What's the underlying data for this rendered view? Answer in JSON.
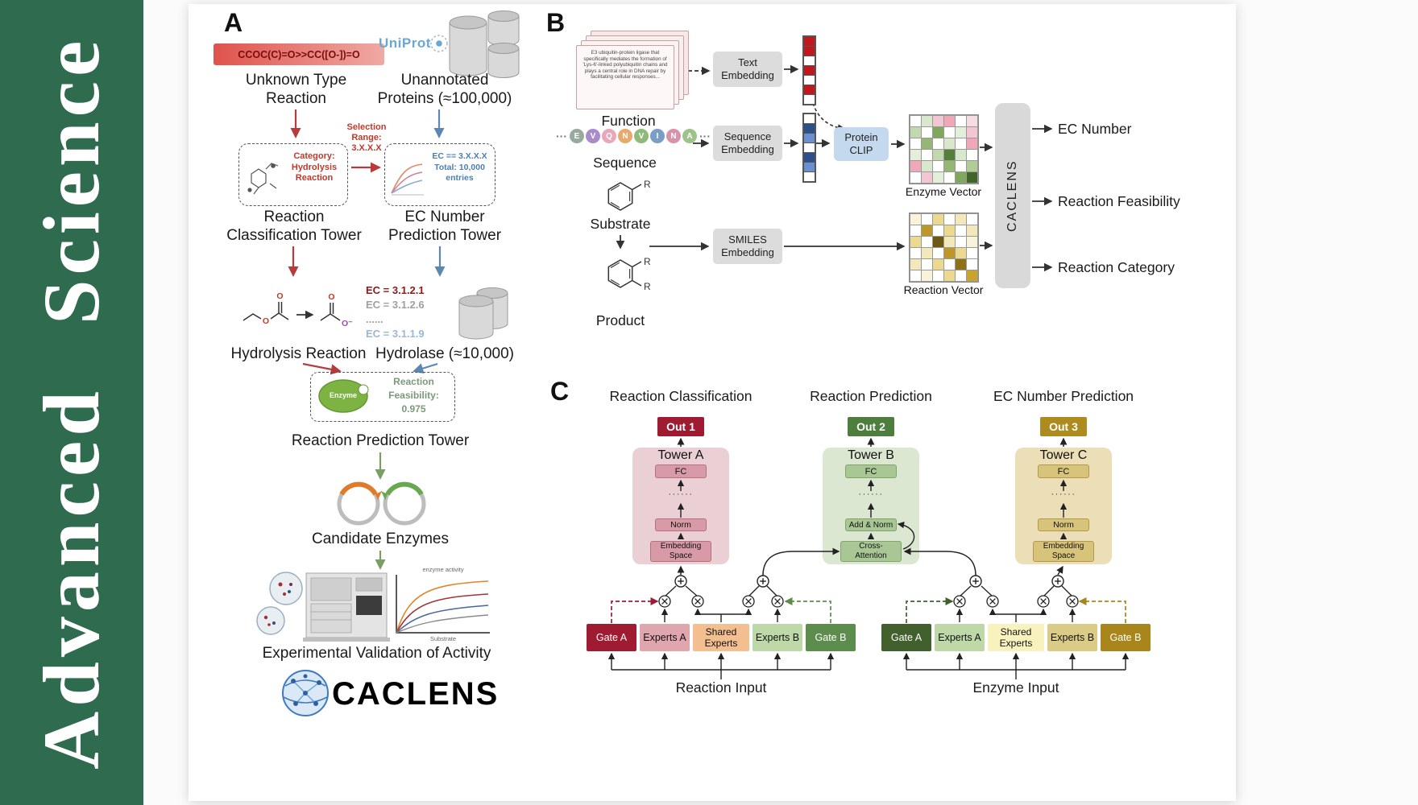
{
  "colors": {
    "banner_green": "#2f6b4f",
    "red_accent": "#b83a3a",
    "blue_accent": "#5b87b5",
    "green_accent": "#7a9e5f",
    "uniprot_blue": "#69a8d3",
    "out1": "#9e1b32",
    "out2": "#4e7e3e",
    "out3": "#ad8b1e"
  },
  "banner": {
    "title": "Advanced  Science"
  },
  "panel_a": {
    "label": "A",
    "smiles": "CCOC(C)=O>>CC([O-])=O",
    "unknown_type": "Unknown Type\nReaction",
    "uniprot": "UniProt",
    "unannotated": "Unannotated\nProteins (≈100,000)",
    "selection_range": "Selection\nRange:\n3.X.X.X",
    "category_box": "Category:\nHydrolysis\nReaction",
    "ec_box": "EC == 3.X.X.X\nTotal: 10,000\nentries",
    "classification_tower": "Reaction\nClassification Tower",
    "ec_tower": "EC Number\nPrediction Tower",
    "ec_list": [
      "EC = 3.1.2.1",
      "EC = 3.1.2.6",
      "......",
      "EC = 3.1.1.9"
    ],
    "hydrolysis_label": "Hydrolysis Reaction",
    "hydrolase_label": "Hydrolase (≈10,000)",
    "enzyme_blob": "Enzyme",
    "feasibility": "Reaction\nFeasibility:\n0.975",
    "prediction_tower": "Reaction Prediction Tower",
    "candidate_enzymes": "Candidate Enzymes",
    "graph_title": "enzyme activity",
    "graph_xlabel": "Substrate",
    "validation": "Experimental Validation of Activity",
    "logo_text": "CACLENS",
    "atom_o": "O",
    "atom_o_minus": "O⁻"
  },
  "panel_b": {
    "label": "B",
    "function_card": "E3 ubiquitin-protein ligase that specifically mediates the formation of 'Lys-6'-linked polyubiquitin chains and plays a central role in DNA repair by facilitating cellular responses...",
    "function_label": "Function",
    "text_embedding": "Text\nEmbedding",
    "ellipsis": "···",
    "tokens": [
      {
        "letter": "E",
        "color": "#9aa9a0"
      },
      {
        "letter": "V",
        "color": "#a98bc9"
      },
      {
        "letter": "Q",
        "color": "#e8a8bc"
      },
      {
        "letter": "N",
        "color": "#e8aa6a"
      },
      {
        "letter": "V",
        "color": "#8fbb7a"
      },
      {
        "letter": "I",
        "color": "#7a9ec4"
      },
      {
        "letter": "N",
        "color": "#d893a8"
      },
      {
        "letter": "A",
        "color": "#9dc28a"
      }
    ],
    "sequence_label": "Sequence",
    "sequence_embedding": "Sequence\nEmbedding",
    "protein_clip": "Protein\nCLIP",
    "enzyme_vector_label": "Enzyme Vector",
    "substrate_label": "Substrate",
    "product_label": "Product",
    "r_label": "R",
    "smiles_embedding": "SMILES\nEmbedding",
    "reaction_vector_label": "Reaction Vector",
    "caclens": "CACLENS",
    "outputs": [
      "EC Number",
      "Reaction Feasibility",
      "Reaction Category"
    ],
    "text_vector_cells": [
      "#c0181c",
      "#c0181c",
      "#ffffff",
      "#c0181c",
      "#ffffff",
      "#c0181c",
      "#ffffff"
    ],
    "seq_vector_cells": [
      "#ffffff",
      "#2d4f8a",
      "#6b8fd0",
      "#ffffff",
      "#2d4f8a",
      "#6b8fd0",
      "#ffffff"
    ],
    "enzyme_matrix_cells": [
      "#ffffff",
      "#d9e8cc",
      "#f2c6d2",
      "#f0a8b8",
      "#ffffff",
      "#f7dce3",
      "#c2d9ad",
      "#ffffff",
      "#7fa85c",
      "#ffffff",
      "#e4efda",
      "#f2c6d2",
      "#ffffff",
      "#94b873",
      "#ffffff",
      "#d9e8cc",
      "#ffffff",
      "#f0a8b8",
      "#e4efda",
      "#ffffff",
      "#c2d9ad",
      "#55803a",
      "#d9e8cc",
      "#ffffff",
      "#f0a8b8",
      "#d9e8cc",
      "#ffffff",
      "#94b873",
      "#ffffff",
      "#b3cc96",
      "#ffffff",
      "#f2c6d2",
      "#e4efda",
      "#ffffff",
      "#7fa85c",
      "#3e6628"
    ],
    "reaction_matrix_cells": [
      "#f9f3d9",
      "#ffffff",
      "#ead98e",
      "#ffffff",
      "#f3e8ba",
      "#ffffff",
      "#ffffff",
      "#bd9729",
      "#ffffff",
      "#ead98e",
      "#ffffff",
      "#f3e8ba",
      "#ead98e",
      "#ffffff",
      "#6e5812",
      "#f3e8ba",
      "#ffffff",
      "#f9f3d9",
      "#ffffff",
      "#f3e8ba",
      "#ffffff",
      "#bd9729",
      "#ead98e",
      "#ffffff",
      "#f3e8ba",
      "#ffffff",
      "#ead98e",
      "#ffffff",
      "#8f7119",
      "#ffffff",
      "#ffffff",
      "#f9f3d9",
      "#ffffff",
      "#ead98e",
      "#ffffff",
      "#caa52b"
    ]
  },
  "panel_c": {
    "label": "C",
    "headers": [
      "Reaction Classification",
      "Reaction Prediction",
      "EC Number Prediction"
    ],
    "outs": [
      "Out 1",
      "Out 2",
      "Out 3"
    ],
    "towers": [
      {
        "title": "Tower A",
        "fc": "FC",
        "dots": "······",
        "norm": "Norm",
        "bottom": "Embedding\nSpace"
      },
      {
        "title": "Tower B",
        "fc": "FC",
        "dots": "······",
        "norm": "Add & Norm",
        "bottom": "Cross-\nAttention"
      },
      {
        "title": "Tower C",
        "fc": "FC",
        "dots": "······",
        "norm": "Norm",
        "bottom": "Embedding\nSpace"
      }
    ],
    "left_group": {
      "gate_a": "Gate A",
      "experts_a": "Experts A",
      "shared": "Shared\nExperts",
      "experts_b": "Experts B",
      "gate_b": "Gate B",
      "input_label": "Reaction Input"
    },
    "right_group": {
      "gate_a": "Gate A",
      "experts_a": "Experts A",
      "shared": "Shared\nExperts",
      "experts_b": "Experts B",
      "gate_b": "Gate B",
      "input_label": "Enzyme Input"
    }
  }
}
